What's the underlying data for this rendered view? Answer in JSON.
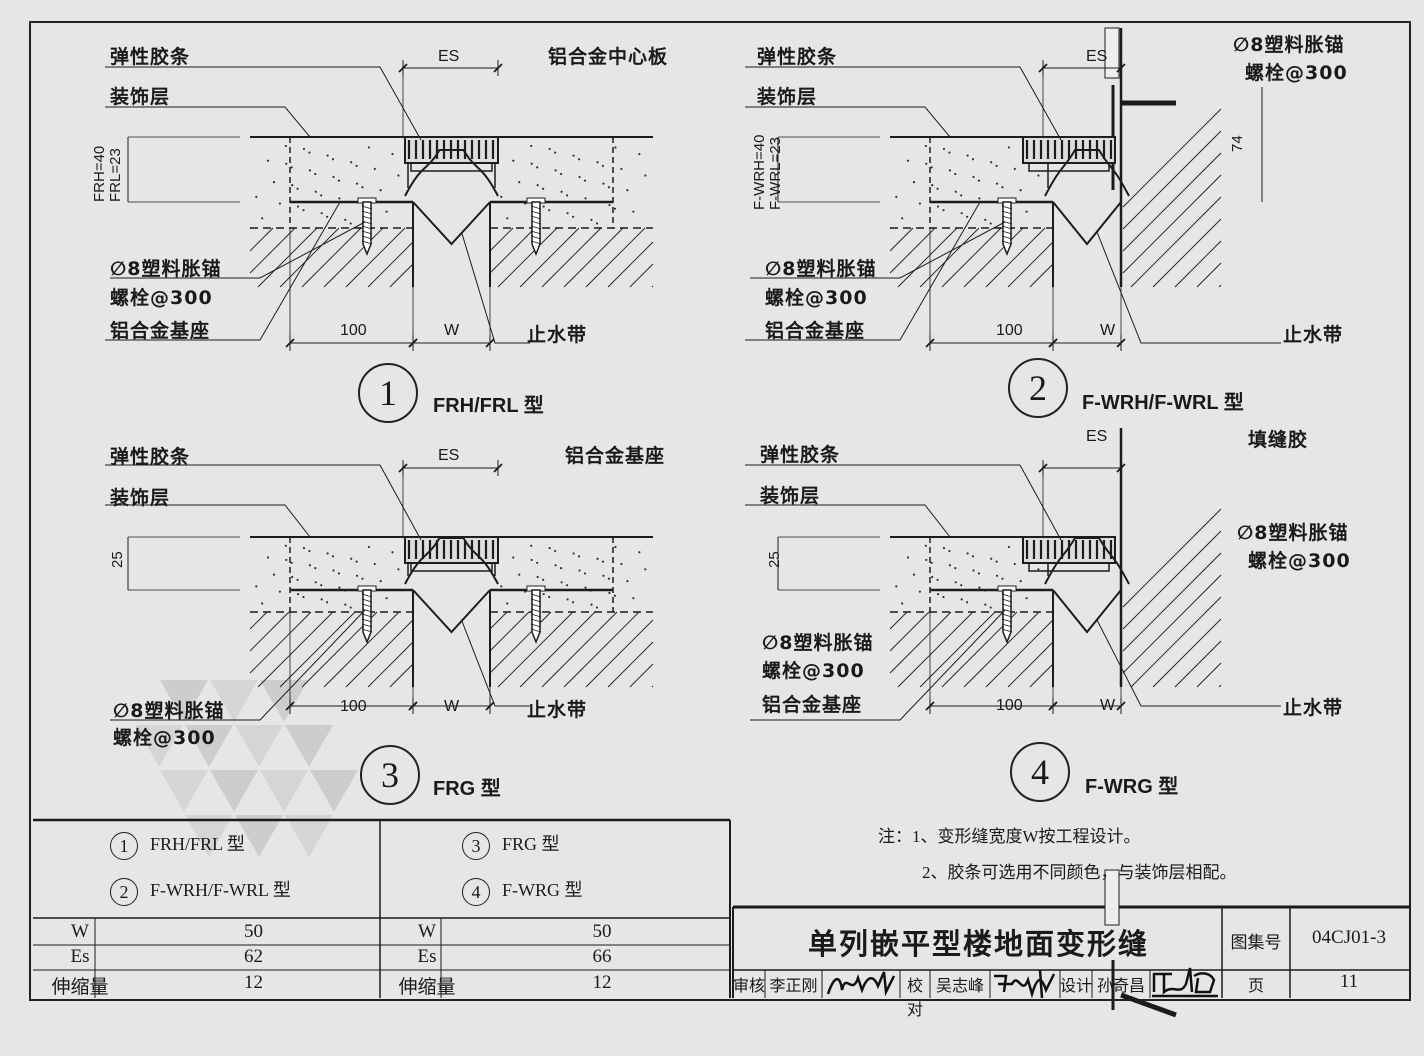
{
  "details": [
    {
      "number": "1",
      "type_label": "FRH/FRL 型",
      "labels": {
        "elastic_strip": "弹性胶条",
        "finish_layer": "装饰层",
        "center_plate": "铝合金中心板",
        "anchor": "∅8塑料胀锚",
        "bolt": "螺栓@300",
        "base": "铝合金基座",
        "waterstop": "止水带"
      },
      "dims": {
        "es": "ES",
        "height": "FRH=40",
        "height2": "FRL=23",
        "width_100": "100",
        "w": "W"
      }
    },
    {
      "number": "2",
      "type_label": "F-WRH/F-WRL 型",
      "labels": {
        "elastic_strip": "弹性胶条",
        "finish_layer": "装饰层",
        "wall_anchor": "∅8塑料胀锚",
        "wall_bolt": "螺栓@300",
        "anchor": "∅8塑料胀锚",
        "bolt": "螺栓@300",
        "base": "铝合金基座",
        "waterstop": "止水带"
      },
      "dims": {
        "es": "ES",
        "height": "F-WRH=40",
        "height2": "F-WRL=23",
        "wall_height": "74",
        "width_100": "100",
        "w": "W"
      }
    },
    {
      "number": "3",
      "type_label": "FRG 型",
      "labels": {
        "elastic_strip": "弹性胶条",
        "finish_layer": "装饰层",
        "base_top": "铝合金基座",
        "anchor": "∅8塑料胀锚",
        "bolt": "螺栓@300",
        "waterstop": "止水带"
      },
      "dims": {
        "es": "ES",
        "height": "25",
        "width_100": "100",
        "w": "W"
      }
    },
    {
      "number": "4",
      "type_label": "F-WRG 型",
      "labels": {
        "elastic_strip": "弹性胶条",
        "finish_layer": "装饰层",
        "sealant": "填缝胶",
        "wall_anchor": "∅8塑料胀锚",
        "wall_bolt": "螺栓@300",
        "anchor": "∅8塑料胀锚",
        "bolt": "螺栓@300",
        "base": "铝合金基座",
        "waterstop": "止水带"
      },
      "dims": {
        "es": "ES",
        "height": "25",
        "width_100": "100",
        "w": "W"
      }
    }
  ],
  "legend": {
    "left": [
      {
        "number": "1",
        "label": "FRH/FRL 型"
      },
      {
        "number": "2",
        "label": "F-WRH/F-WRL 型"
      }
    ],
    "right": [
      {
        "number": "3",
        "label": "FRG 型"
      },
      {
        "number": "4",
        "label": "F-WRG 型"
      }
    ]
  },
  "spec_tables": [
    {
      "rows": [
        {
          "key": "W",
          "value": "50"
        },
        {
          "key": "Es",
          "value": "62"
        },
        {
          "key": "伸缩量",
          "value": "12"
        }
      ]
    },
    {
      "rows": [
        {
          "key": "W",
          "value": "50"
        },
        {
          "key": "Es",
          "value": "66"
        },
        {
          "key": "伸缩量",
          "value": "12"
        }
      ]
    }
  ],
  "notes": {
    "line1": "注：1、变形缝宽度W按工程设计。",
    "line2": "2、胶条可选用不同颜色，与装饰层相配。"
  },
  "title_block": {
    "title": "单列嵌平型楼地面变形缝",
    "atlas_label": "图集号",
    "atlas_number": "04CJ01-3",
    "review_label": "审核",
    "reviewer": "李正刚",
    "reviewer_signature": "李正刚",
    "check_label": "校对",
    "checker": "吴志峰",
    "checker_signature": "吴志峰",
    "design_label": "设计",
    "designer": "孙奇昌",
    "designer_signature": "孙奇昌",
    "page_label": "页",
    "page_number": "11"
  }
}
